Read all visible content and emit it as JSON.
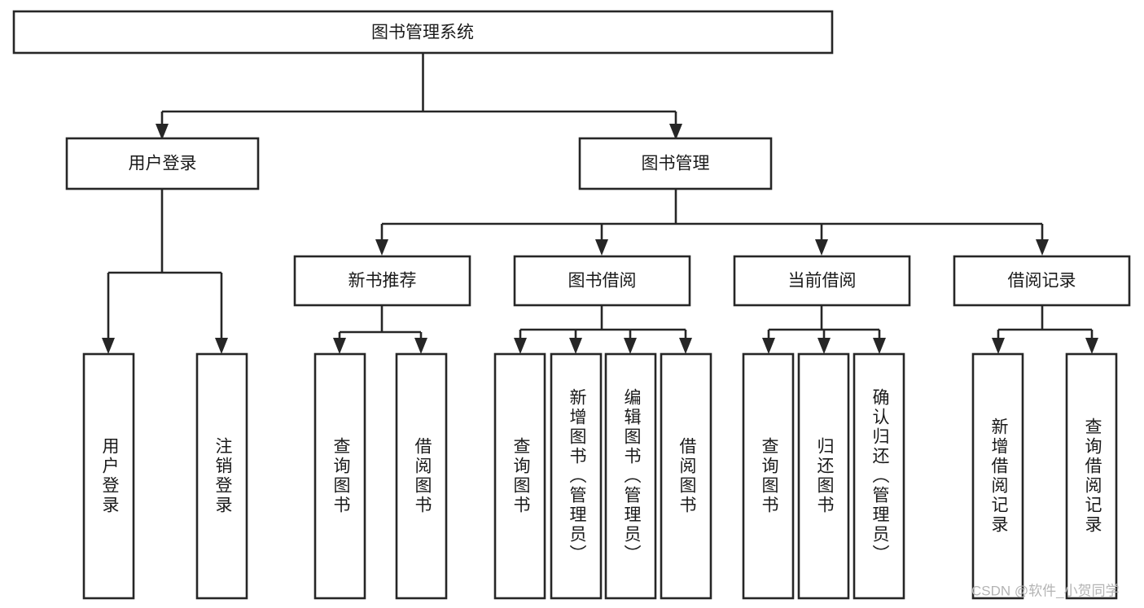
{
  "diagram": {
    "title": "图书管理系统",
    "type": "tree-hierarchy-chart",
    "accent_color": "#262626",
    "background_color": "#ffffff",
    "root": {
      "id": "root",
      "label": "图书管理系统"
    },
    "level2": [
      {
        "id": "user-login",
        "label": "用户登录"
      },
      {
        "id": "book-manage",
        "label": "图书管理"
      }
    ],
    "level3": [
      {
        "id": "new-book-recommend",
        "label": "新书推荐",
        "parent": "book-manage"
      },
      {
        "id": "book-borrow",
        "label": "图书借阅",
        "parent": "book-manage"
      },
      {
        "id": "current-borrow",
        "label": "当前借阅",
        "parent": "book-manage"
      },
      {
        "id": "borrow-record",
        "label": "借阅记录",
        "parent": "book-manage"
      }
    ],
    "leaves": {
      "user-login": [
        {
          "id": "leaf-user-login",
          "label": "用户登录"
        },
        {
          "id": "leaf-user-logout",
          "label": "注销登录"
        }
      ],
      "new-book-recommend": [
        {
          "id": "leaf-query-book-1",
          "label": "查询图书"
        },
        {
          "id": "leaf-borrow-book-1",
          "label": "借阅图书"
        }
      ],
      "book-borrow": [
        {
          "id": "leaf-query-book-2",
          "label": "查询图书"
        },
        {
          "id": "leaf-add-book",
          "label": "新增图书（管理员）"
        },
        {
          "id": "leaf-edit-book",
          "label": "编辑图书（管理员）"
        },
        {
          "id": "leaf-borrow-book-2",
          "label": "借阅图书"
        }
      ],
      "current-borrow": [
        {
          "id": "leaf-query-book-3",
          "label": "查询图书"
        },
        {
          "id": "leaf-return-book",
          "label": "归还图书"
        },
        {
          "id": "leaf-confirm-return",
          "label": "确认归还（管理员）"
        }
      ],
      "borrow-record": [
        {
          "id": "leaf-add-record",
          "label": "新增借阅记录"
        },
        {
          "id": "leaf-query-record",
          "label": "查询借阅记录"
        }
      ]
    }
  },
  "watermark": {
    "text": "CSDN @软件_小贺同学"
  }
}
